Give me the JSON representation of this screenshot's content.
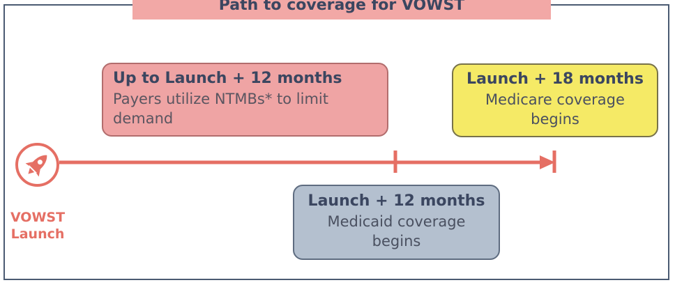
{
  "title": "Path to coverage for VOWST",
  "launch": {
    "line1": "VOWST",
    "line2": "Launch"
  },
  "boxes": {
    "early": {
      "heading": "Up to Launch + 12 months",
      "line1": "Payers utilize NTMBs* to limit",
      "line2": "demand"
    },
    "medicare": {
      "heading": "Launch + 18 months",
      "line1": "Medicare coverage",
      "line2": "begins"
    },
    "medicaid": {
      "heading": "Launch + 12 months",
      "line1": "Medicaid coverage",
      "line2": "begins"
    }
  },
  "colors": {
    "accent": "#e56f64",
    "early_box": "#efa4a4",
    "medicare_box": "#f5ea66",
    "medicaid_box": "#b4c0cf",
    "frame": "#4a5a72"
  },
  "icons": {
    "launch": "rocket-icon"
  }
}
